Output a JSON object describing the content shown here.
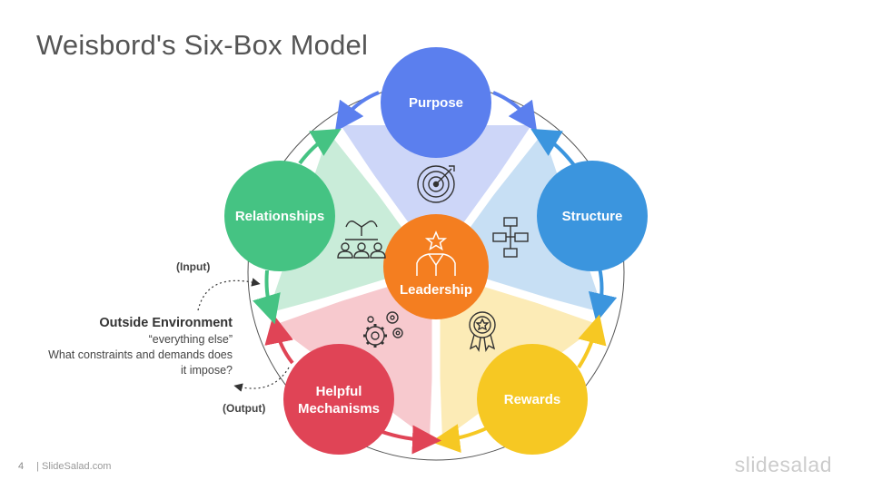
{
  "slide": {
    "title": "Weisbord's Six-Box Model",
    "page_number": "4",
    "footer_text": "| SlideSalad.com",
    "brand": "slidesalad"
  },
  "boxes": [
    {
      "key": "purpose",
      "label": "Purpose",
      "color": "#5B7FEE",
      "icon": "target-icon"
    },
    {
      "key": "structure",
      "label": "Structure",
      "color": "#3B95DE",
      "icon": "org-chart-icon"
    },
    {
      "key": "rewards",
      "label": "Rewards",
      "color": "#F6C823",
      "icon": "award-badge-icon"
    },
    {
      "key": "mechanisms",
      "label_lines": [
        "Helpful",
        "Mechanisms"
      ],
      "color": "#E04456",
      "icon": "gears-icon"
    },
    {
      "key": "relationships",
      "label": "Relationships",
      "color": "#45C383",
      "icon": "people-handshake-icon"
    }
  ],
  "center": {
    "label": "Leadership",
    "color": "#F47E20",
    "icon": "leader-star-icon"
  },
  "environment": {
    "title": "Outside Environment",
    "line1": "“everything else”",
    "line2": "What constraints and demands does",
    "line3": "it impose?",
    "input_label": "(Input)",
    "output_label": "(Output)"
  }
}
